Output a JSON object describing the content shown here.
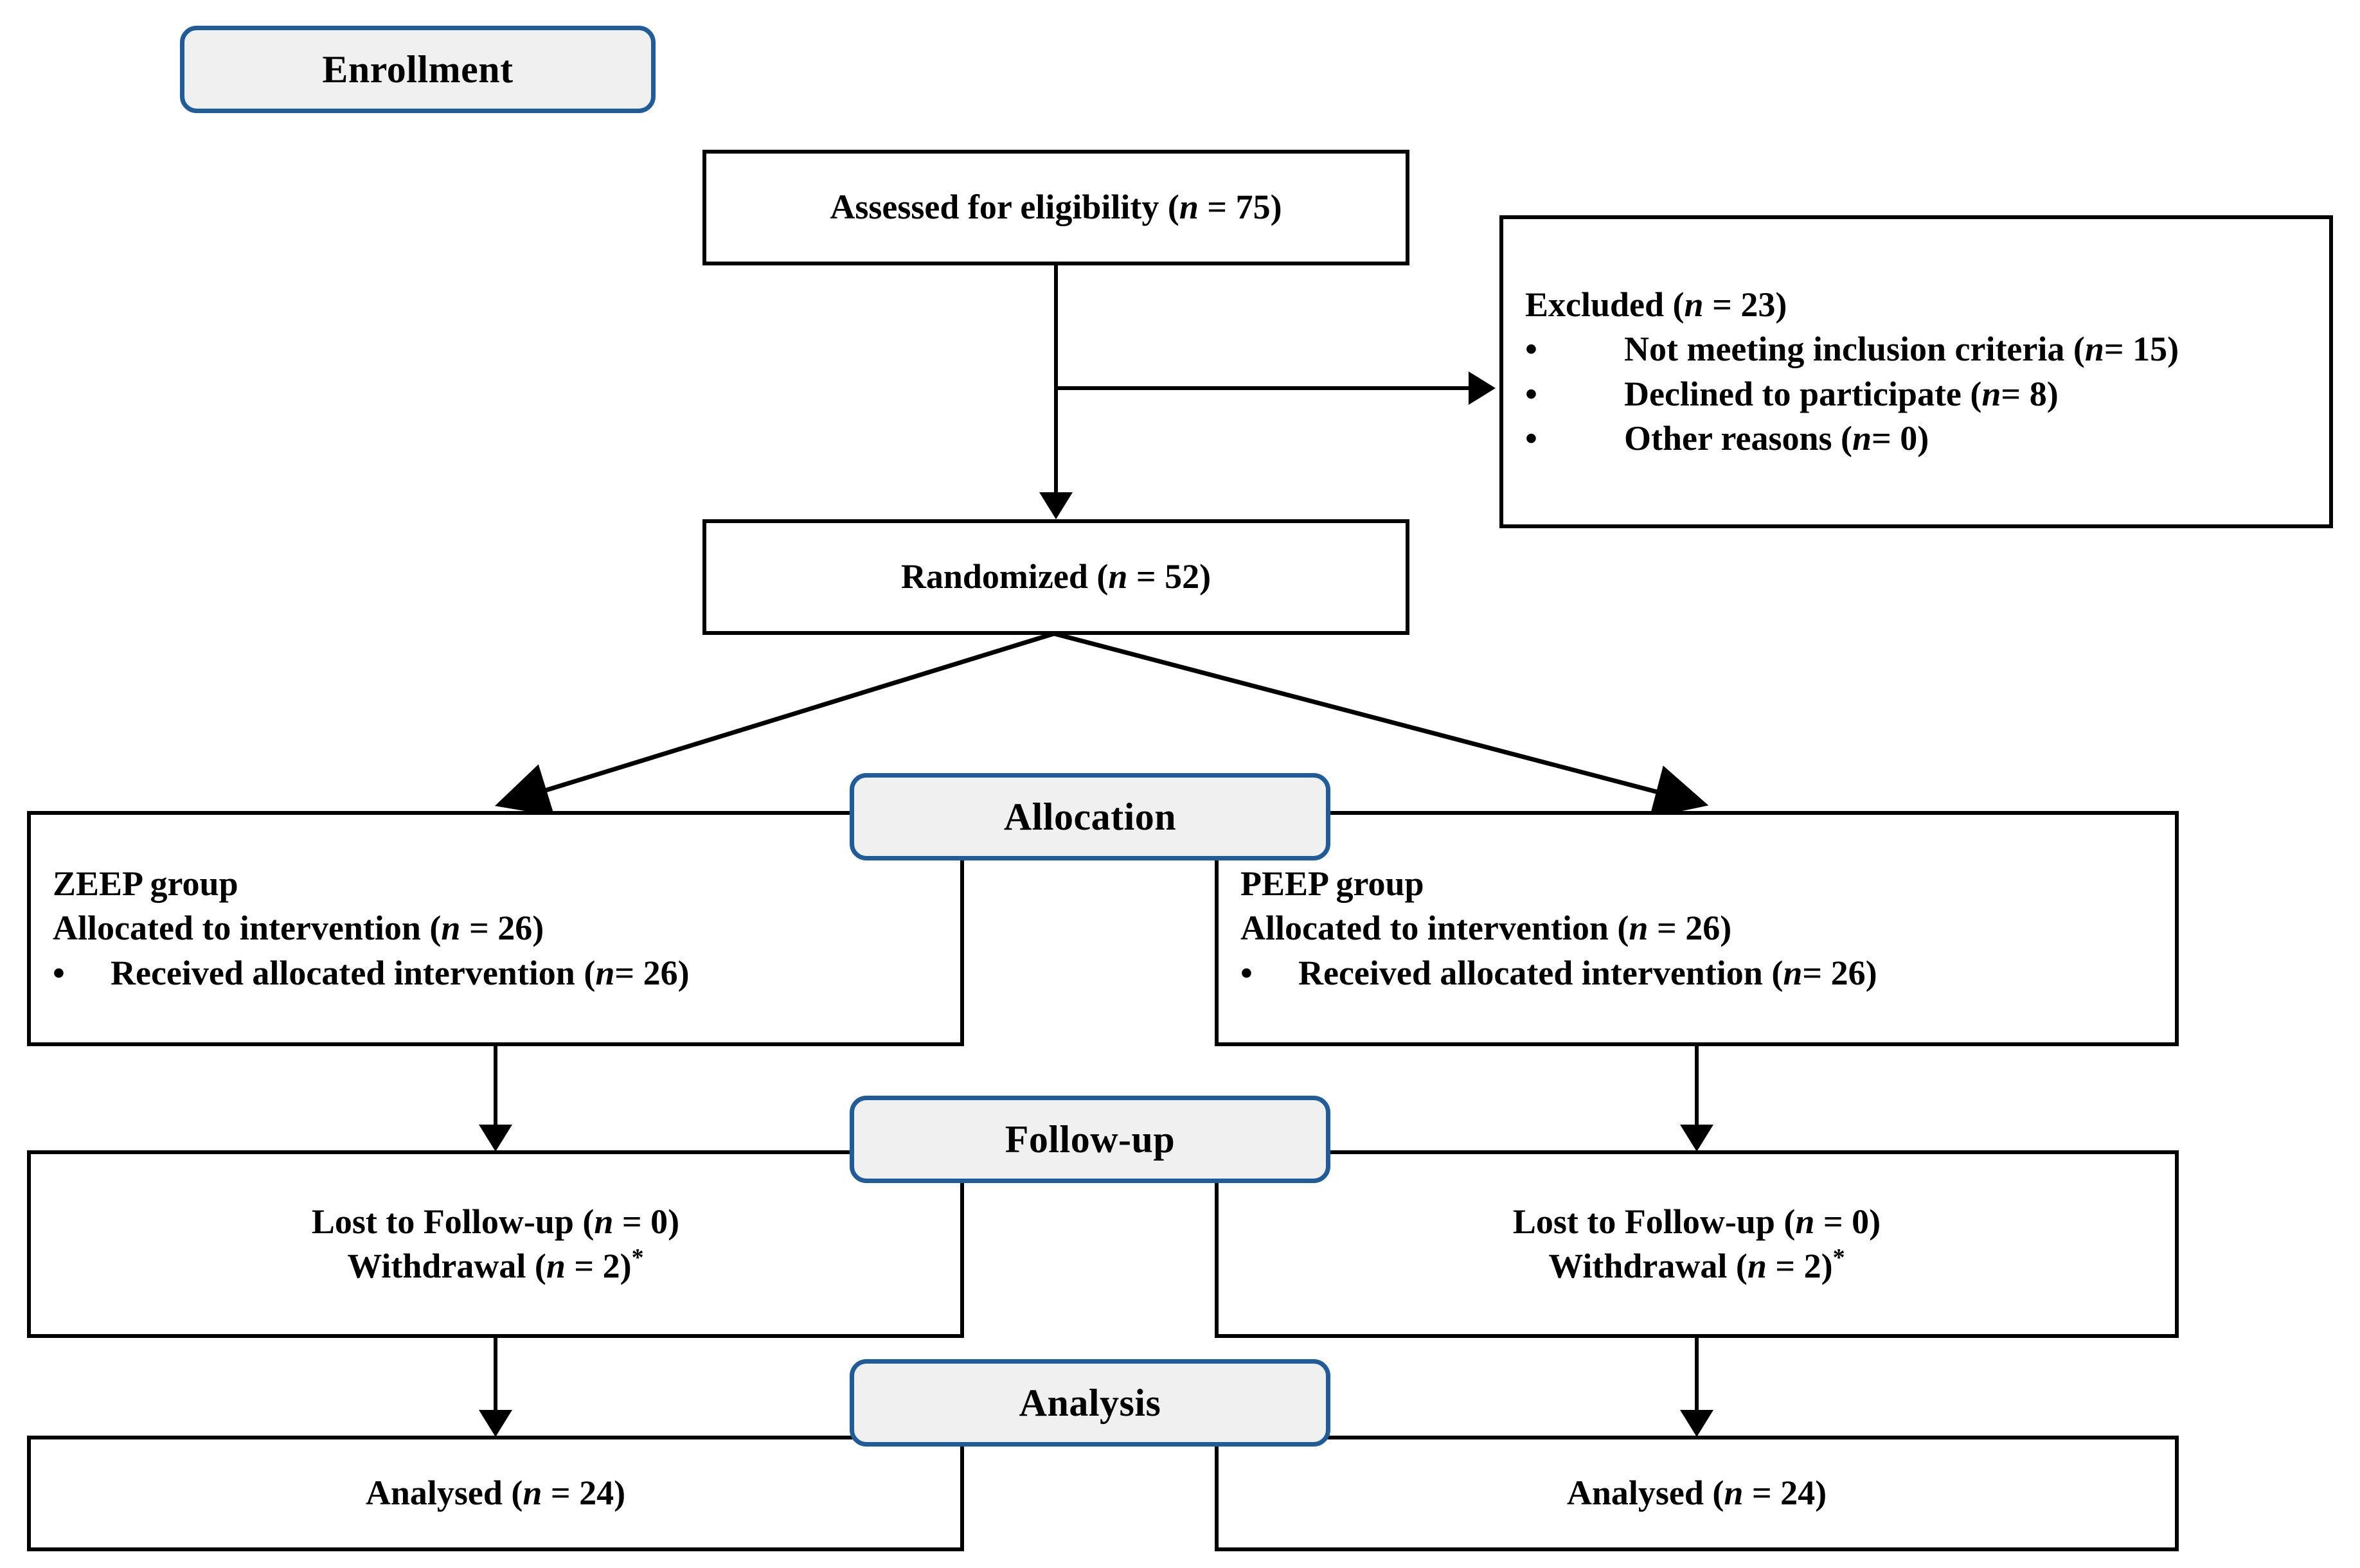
{
  "diagram": {
    "title": "CONSORT participant flow diagram",
    "colors": {
      "pill_border": "#1f5c99",
      "pill_fill": "#f0f0f0",
      "box_border": "#000000",
      "text": "#000000",
      "background": "#ffffff"
    }
  },
  "stages": {
    "enrollment": "Enrollment",
    "allocation": "Allocation",
    "followup": "Follow-up",
    "analysis": "Analysis"
  },
  "boxes": {
    "assessed": {
      "text_prefix": "Assessed for eligibility (",
      "n_symbol": "n",
      "text_suffix": " = 75)",
      "full": "Assessed for eligibility (n = 75)"
    },
    "excluded": {
      "heading_prefix": "Excluded (",
      "n_symbol": "n",
      "heading_suffix": " = 23)",
      "heading_full": "Excluded (n = 23)",
      "bullet_char": "•",
      "bullets": [
        {
          "prefix": "Not meeting inclusion criteria (",
          "n_symbol": "n",
          "suffix": " = 15)",
          "full": "Not meeting inclusion criteria (n = 15)"
        },
        {
          "prefix": "Declined to participate (",
          "n_symbol": "n",
          "suffix": " = 8)",
          "full": "Declined to participate (n = 8)"
        },
        {
          "prefix": "Other reasons (",
          "n_symbol": "n",
          "suffix": " = 0)",
          "full": "Other reasons (n = 0)"
        }
      ]
    },
    "randomized": {
      "text_prefix": "Randomized (",
      "n_symbol": "n",
      "text_suffix": " = 52)",
      "full": "Randomized (n = 52)"
    },
    "allocation_left": {
      "group_label": "ZEEP group",
      "allocated_prefix": "Allocated to intervention (",
      "n_symbol": "n",
      "allocated_suffix": " = 26)",
      "allocated_full": "Allocated to intervention (n = 26)",
      "bullet_char": "•",
      "received_prefix": "Received allocated intervention (",
      "received_suffix": " = 26)",
      "received_full": "Received allocated intervention (n = 26)"
    },
    "allocation_right": {
      "group_label": "PEEP group",
      "allocated_prefix": "Allocated to intervention (",
      "n_symbol": "n",
      "allocated_suffix": " = 26)",
      "allocated_full": "Allocated to intervention (n = 26)",
      "bullet_char": "•",
      "received_prefix": "Received allocated intervention (",
      "received_suffix": " = 26)",
      "received_full": "Received allocated intervention (n = 26)"
    },
    "followup_left": {
      "lost_prefix": "Lost to Follow-up (",
      "n_symbol": "n",
      "lost_suffix": " = 0)",
      "lost_full": "Lost to Follow-up (n = 0)",
      "withdrawal_prefix": "Withdrawal (",
      "withdrawal_suffix": " = 2)",
      "withdrawal_marker": "*",
      "withdrawal_full": "Withdrawal (n = 2)*"
    },
    "followup_right": {
      "lost_prefix": "Lost to Follow-up (",
      "n_symbol": "n",
      "lost_suffix": " = 0)",
      "lost_full": "Lost to Follow-up (n = 0)",
      "withdrawal_prefix": "Withdrawal (",
      "withdrawal_suffix": " = 2)",
      "withdrawal_marker": "*",
      "withdrawal_full": "Withdrawal (n = 2)*"
    },
    "analysis_left": {
      "text_prefix": "Analysed (",
      "n_symbol": "n",
      "text_suffix": " = 24)",
      "full": "Analysed (n = 24)"
    },
    "analysis_right": {
      "text_prefix": "Analysed (",
      "n_symbol": "n",
      "text_suffix": " = 24)",
      "full": "Analysed (n = 24)"
    }
  }
}
